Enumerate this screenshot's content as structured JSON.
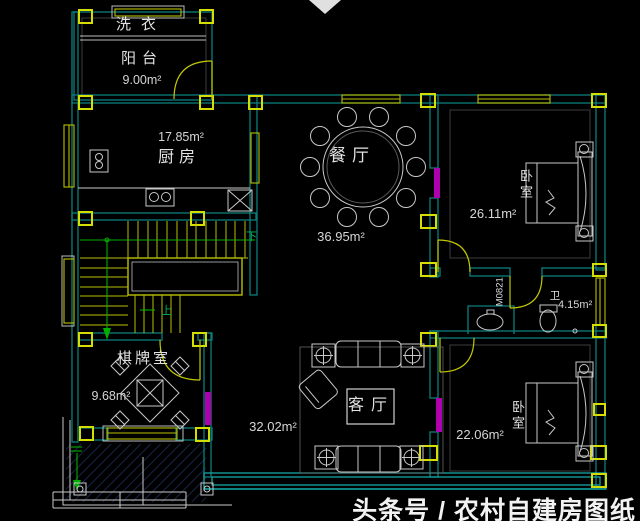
{
  "watermark": {
    "text": "头条号 / 农村自建房图纸"
  },
  "rooms": {
    "laundry": {
      "label": "洗衣"
    },
    "balcony": {
      "label": "阳台",
      "area": "9.00m²"
    },
    "kitchen": {
      "label": "厨房",
      "area": "17.85m²"
    },
    "dining": {
      "label": "餐厅",
      "area": "36.95m²"
    },
    "bedroom_ne": {
      "label": "卧室",
      "area": "26.11m²"
    },
    "bathroom": {
      "label": "卫",
      "area": "4.15m²"
    },
    "chess_room": {
      "label": "棋牌室",
      "area": "9.68m²"
    },
    "living": {
      "label": "客厅",
      "area": "32.02m²"
    },
    "bedroom_se": {
      "label": "卧室",
      "area": "22.06m²"
    }
  },
  "annotations": {
    "door_code": "M0821",
    "stair_up": "上",
    "stair_down": "下"
  },
  "colors": {
    "background": "#000000",
    "wall_teal": "#0d7d7d",
    "band_teal": "#12a5a5",
    "fixture_yellow": "#c9cf00",
    "column_yellow": "#d6dd00",
    "window_magenta": "#ae00ae",
    "stair_green": "#00b000",
    "furniture_white": "#c8c8c8",
    "text_white": "#e8e8e8"
  }
}
